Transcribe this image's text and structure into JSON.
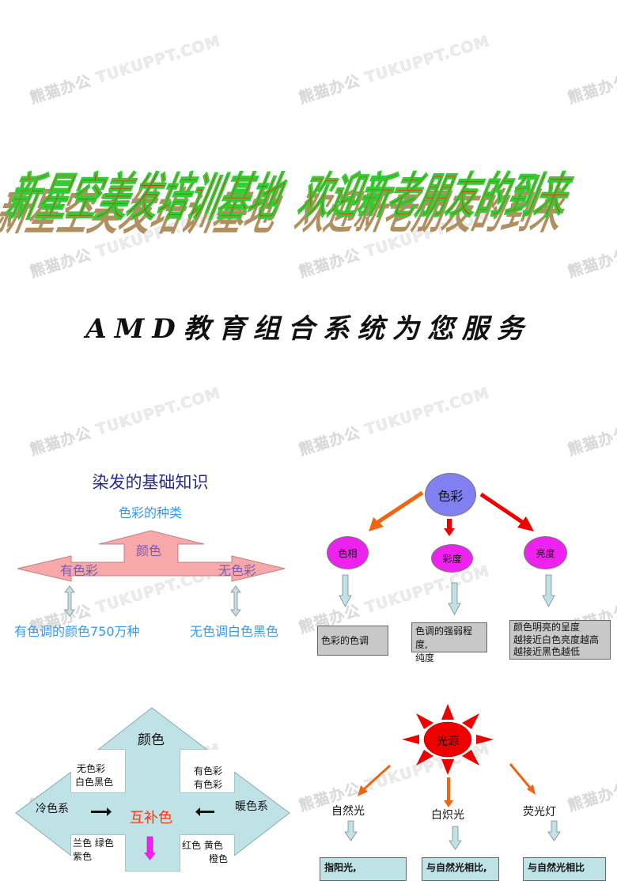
{
  "watermark": {
    "text": "熊猫办公 TUKUPPT.COM"
  },
  "header": {
    "title_left": "新星空美发培训基地",
    "title_right": "欢迎新老朋友的到来",
    "subtitle": "AMD教育组合系统为您服务",
    "colors": {
      "title_fill": "#ff1a1a",
      "title_outline": "#33cc33",
      "title_shadow": "#b09060"
    }
  },
  "slide_color_types": {
    "title": "染发的基础知识",
    "subtitle": "色彩的种类",
    "arrow_center": "颜色",
    "arrow_left": "有色彩",
    "arrow_right": "无色彩",
    "bottom_left": "有色调的颜色750万种",
    "bottom_right": "无色调白色黑色",
    "colors": {
      "arrow_fill": "#f7a8a8",
      "title_color": "#2a2a8a",
      "label_blue": "#3399ee"
    }
  },
  "slide_color_attributes": {
    "root": "色彩",
    "nodes": [
      {
        "label": "色相",
        "description": "色彩的色调"
      },
      {
        "label": "彩度",
        "description": "色调的强弱程度,纯度"
      },
      {
        "label": "亮度",
        "description": "颜色明亮的呈度 越接近白色亮度越高 越接近黑色越低"
      }
    ],
    "box3_lines": [
      "颜色明亮的呈度",
      "越接近白色亮度越高",
      "越接近黑色越低"
    ],
    "box2_lines": [
      "色调的强弱程度,",
      "纯度"
    ],
    "colors": {
      "root_fill": "#8080f0",
      "node_fill": "#ee22ee",
      "box_fill": "#c8c8c8"
    }
  },
  "slide_complementary": {
    "top": "颜色",
    "top_left_lines": [
      "无色彩",
      "白色黑色"
    ],
    "top_right_lines": [
      "有色彩",
      "有色彩"
    ],
    "left": "冷色系",
    "right": "暖色系",
    "center": "互补色",
    "bottom_left_lines": [
      "兰色 绿色",
      "紫色"
    ],
    "bottom_right_lines": [
      "红色 黄色",
      "橙色"
    ],
    "colors": {
      "cross_fill": "#bfe2e6",
      "center_text": "#ff3311",
      "down_arrow": "#ee22ee"
    }
  },
  "slide_light_source": {
    "center": "光源",
    "branches": [
      {
        "label": "自然光",
        "box_text": "指阳光,"
      },
      {
        "label": "白炽光",
        "box_text": "与自然光相比,"
      },
      {
        "label": "荧光灯",
        "box_text": "与自然光相比"
      }
    ],
    "colors": {
      "sun_fill": "#ee0000",
      "arrow": "#ee6611",
      "box_fill": "#bfe2e6"
    }
  }
}
